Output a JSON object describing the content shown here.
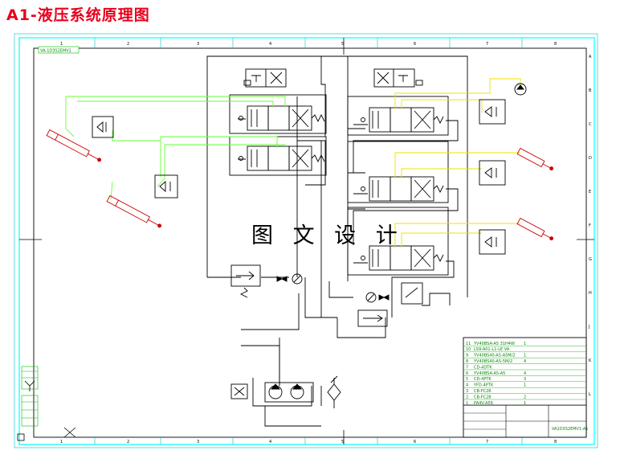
{
  "title": "A1-液压系统原理图",
  "watermark": "图 文 设 计",
  "frame_stamp": "VA-1D3S2EMV1",
  "column_numbers": [
    "1",
    "2",
    "3",
    "4",
    "5",
    "6",
    "7",
    "8"
  ],
  "row_letters": [
    "A",
    "B",
    "C",
    "D",
    "E",
    "F",
    "G",
    "H",
    "J",
    "K",
    "L"
  ],
  "title_block": {
    "parts_rows": [
      {
        "no": "11",
        "name": "YV40BSA-A5 31H4W",
        "qty": "1"
      },
      {
        "no": "10",
        "name": "LS9-A01-L1-LE VA",
        "qty": ""
      },
      {
        "no": "9",
        "name": "YV40BS40-A5-A5M/2",
        "qty": "1"
      },
      {
        "no": "8",
        "name": "YV40BS40-A5-5M/2",
        "qty": "4"
      },
      {
        "no": "7",
        "name": "CD-4DTK",
        "qty": ""
      },
      {
        "no": "6",
        "name": "YV40BSA-A5-A5",
        "qty": "4"
      },
      {
        "no": "5",
        "name": "CD-4PTK",
        "qty": "3"
      },
      {
        "no": "4",
        "name": "YFD-4PTK",
        "qty": "1"
      },
      {
        "no": "3",
        "name": "CB-FC28",
        "qty": ""
      },
      {
        "no": "2",
        "name": "CB-FC28",
        "qty": "2"
      },
      {
        "no": "1",
        "name": "PA4V-A56",
        "qty": "1"
      }
    ],
    "drawing_name": "VA1D3S2EMV1-A1"
  },
  "colors": {
    "frame": "#00ffff",
    "border": "#00c0c0",
    "line": "#000000",
    "pilot": "#f0e000",
    "signal": "#66ff33",
    "cylinder": "#cc0000",
    "title": "#e8001c"
  }
}
